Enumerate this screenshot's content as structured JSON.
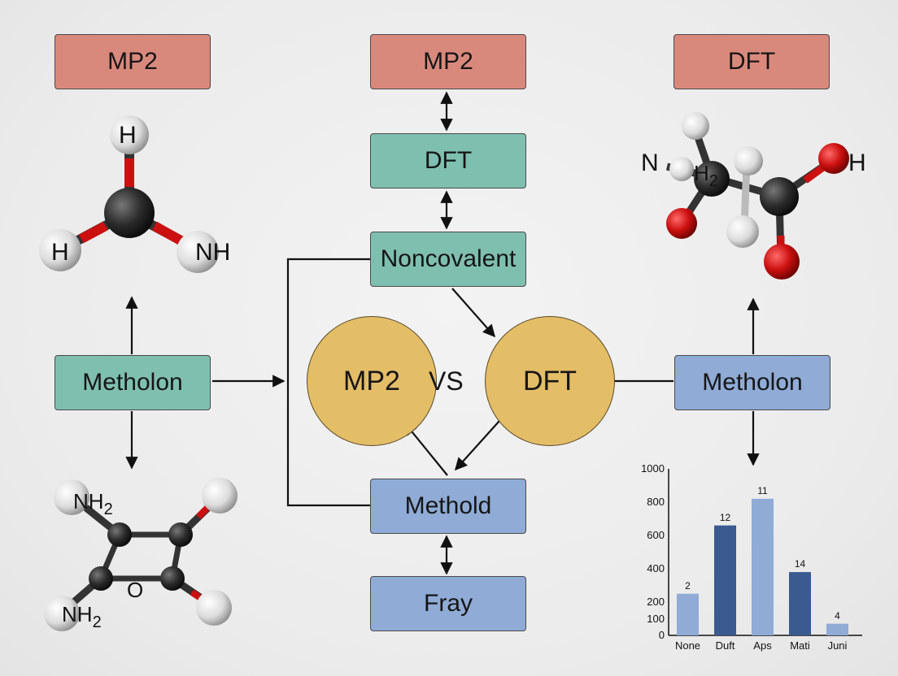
{
  "boxes": {
    "top_left": "MP2",
    "top_center": "MP2",
    "top_right": "DFT",
    "dft_center": "DFT",
    "noncovalent": "Noncovalent",
    "metholon_left": "Metholon",
    "metholon_right": "Metholon",
    "methold": "Methold",
    "fray": "Fray"
  },
  "comparison": {
    "left": "MP2",
    "vs": "VS",
    "right": "DFT"
  },
  "molecules": {
    "top_left": {
      "top": "H",
      "left": "H",
      "right": "NH"
    },
    "bottom_left": {
      "n1": "NH",
      "n1_sub": "2",
      "o": "O",
      "n2": "NH",
      "n2_sub": "2"
    },
    "top_right": {
      "n": "N",
      "h2": "H",
      "h2_sub": "2",
      "h": "H"
    }
  },
  "colors": {
    "red_box": "#d9897c",
    "green_box": "#7fbfb0",
    "blue_box": "#8fabd6",
    "circle": "#e4bd67",
    "bar_light": "#8fabd6",
    "bar_dark": "#3b5a8f",
    "atom_red": "#cc1010",
    "atom_dark": "#2c2c2c",
    "atom_white": "#e6e6e6"
  },
  "chart_data": {
    "type": "bar",
    "categories": [
      "None",
      "Duft",
      "Aps",
      "Mati",
      "Juni"
    ],
    "values": [
      250,
      660,
      820,
      380,
      70
    ],
    "data_labels": [
      "2",
      "12",
      "11",
      "14",
      "4"
    ],
    "bar_shades": [
      "light",
      "dark",
      "light",
      "dark",
      "light"
    ],
    "yticks": [
      0,
      100,
      200,
      400,
      600,
      800,
      1000
    ],
    "ylim": [
      0,
      1000
    ],
    "grid": false,
    "title": "",
    "xlabel": "",
    "ylabel": ""
  }
}
